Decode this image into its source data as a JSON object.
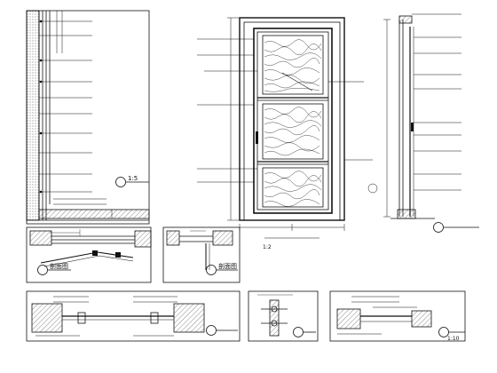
{
  "drawing": {
    "title": "",
    "footer_note": "",
    "watermark": ""
  },
  "tags": {
    "section_a": "剖面图",
    "section_b": "剖面图"
  },
  "scales": {
    "s1": "1:5",
    "s2": "1:2",
    "s3": "1:10"
  },
  "colors": {
    "line": "#111111",
    "hatch": "#555555",
    "grain": "#333333",
    "paper": "#ffffff"
  }
}
